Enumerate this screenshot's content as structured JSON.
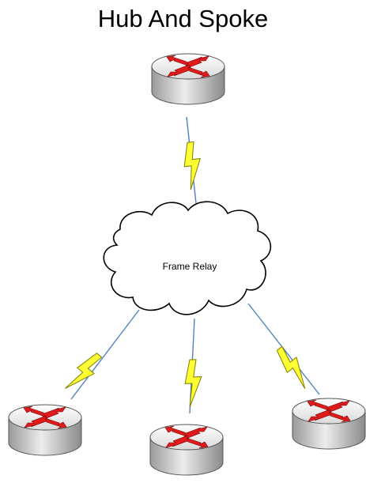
{
  "title": "Hub And Spoke",
  "cloud": {
    "label": "Frame Relay"
  },
  "colors": {
    "router_body": "#cfcfcf",
    "router_top": "#f4f4f4",
    "arrow": "#e01b1b",
    "line": "#4f81bd",
    "lightning": "#ffff33",
    "lightning_stroke": "#7f7f00",
    "cloud_fill": "#ffffff",
    "cloud_stroke": "#000000"
  },
  "nodes": [
    {
      "id": "hub",
      "label": "",
      "icon": "router-icon"
    },
    {
      "id": "spoke-left",
      "label": "",
      "icon": "router-icon"
    },
    {
      "id": "spoke-center",
      "label": "",
      "icon": "router-icon"
    },
    {
      "id": "spoke-right",
      "label": "",
      "icon": "router-icon"
    }
  ],
  "links": [
    {
      "from": "hub",
      "to": "cloud",
      "type": "serial"
    },
    {
      "from": "cloud",
      "to": "spoke-left",
      "type": "serial"
    },
    {
      "from": "cloud",
      "to": "spoke-center",
      "type": "serial"
    },
    {
      "from": "cloud",
      "to": "spoke-right",
      "type": "serial"
    }
  ]
}
